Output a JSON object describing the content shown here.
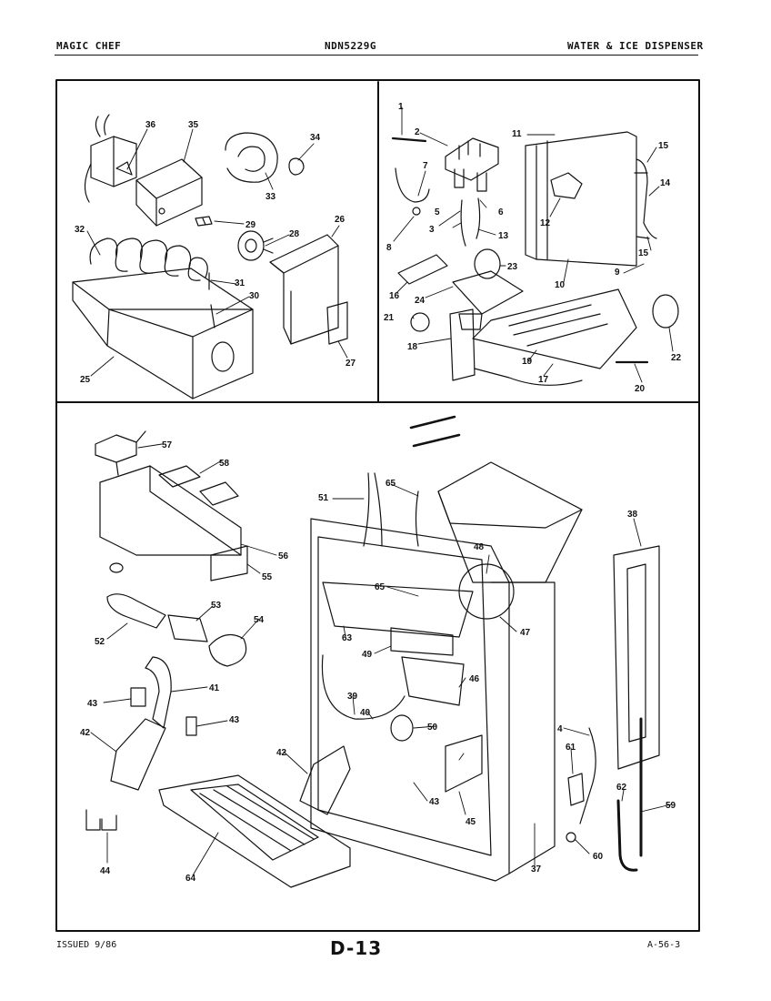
{
  "header": {
    "left": "MAGIC CHEF",
    "center": "NDN5229G",
    "right": "WATER & ICE DISPENSER"
  },
  "footer": {
    "issued": "ISSUED 9/86",
    "page": "D-13",
    "code": "A-56-3"
  },
  "callouts": {
    "c1": "1",
    "c2": "2",
    "c3": "3",
    "c4": "4",
    "c5": "5",
    "c6": "6",
    "c7": "7",
    "c8": "8",
    "c9": "9",
    "c10": "10",
    "c11": "11",
    "c12": "12",
    "c13": "13",
    "c14": "14",
    "c15a": "15",
    "c15b": "15",
    "c16": "16",
    "c17": "17",
    "c18": "18",
    "c19": "19",
    "c20": "20",
    "c21": "21",
    "c22": "22",
    "c23": "23",
    "c24": "24",
    "c25": "25",
    "c26": "26",
    "c27": "27",
    "c28": "28",
    "c29": "29",
    "c30": "30",
    "c31": "31",
    "c32": "32",
    "c33": "33",
    "c34": "34",
    "c35": "35",
    "c36": "36",
    "c37": "37",
    "c38": "38",
    "c39": "39",
    "c40": "40",
    "c41": "41",
    "c42a": "42",
    "c42b": "42",
    "c43a": "43",
    "c43b": "43",
    "c43c": "43",
    "c44": "44",
    "c45": "45",
    "c46": "46",
    "c47": "47",
    "c48": "48",
    "c49": "49",
    "c50": "50",
    "c51": "51",
    "c52": "52",
    "c53": "53",
    "c54": "54",
    "c55": "55",
    "c56": "56",
    "c57": "57",
    "c58": "58",
    "c59": "59",
    "c60": "60",
    "c61": "61",
    "c62": "62",
    "c63": "63",
    "c64": "64",
    "c65a": "65",
    "c65b": "65"
  }
}
